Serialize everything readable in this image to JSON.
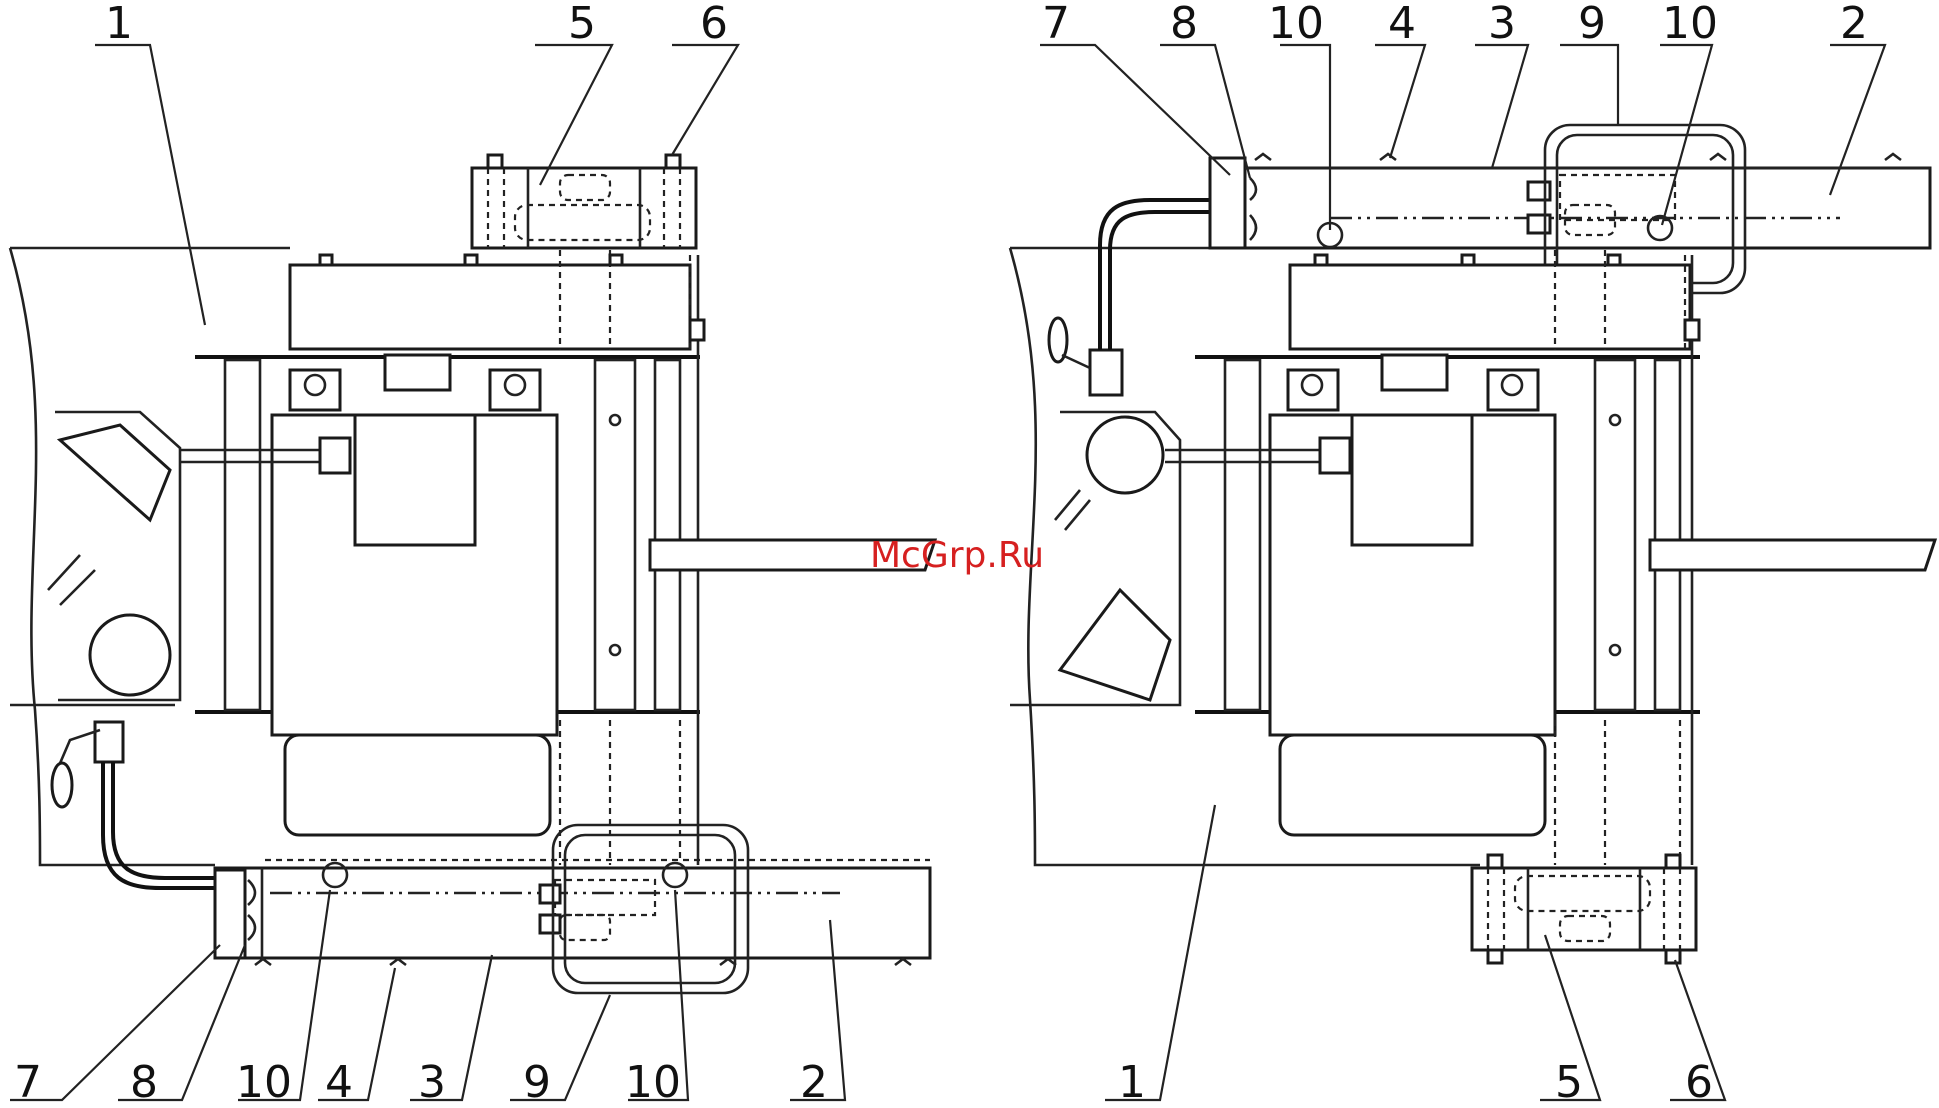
{
  "watermark": "McGrp.Ru",
  "callouts_left_view": {
    "top": [
      "1",
      "5",
      "6"
    ],
    "bottom": [
      "7",
      "8",
      "10",
      "4",
      "3",
      "9",
      "10",
      "2"
    ]
  },
  "callouts_right_view": {
    "top": [
      "7",
      "8",
      "10",
      "4",
      "3",
      "9",
      "10",
      "2"
    ],
    "bottom": [
      "1",
      "5",
      "6"
    ]
  }
}
